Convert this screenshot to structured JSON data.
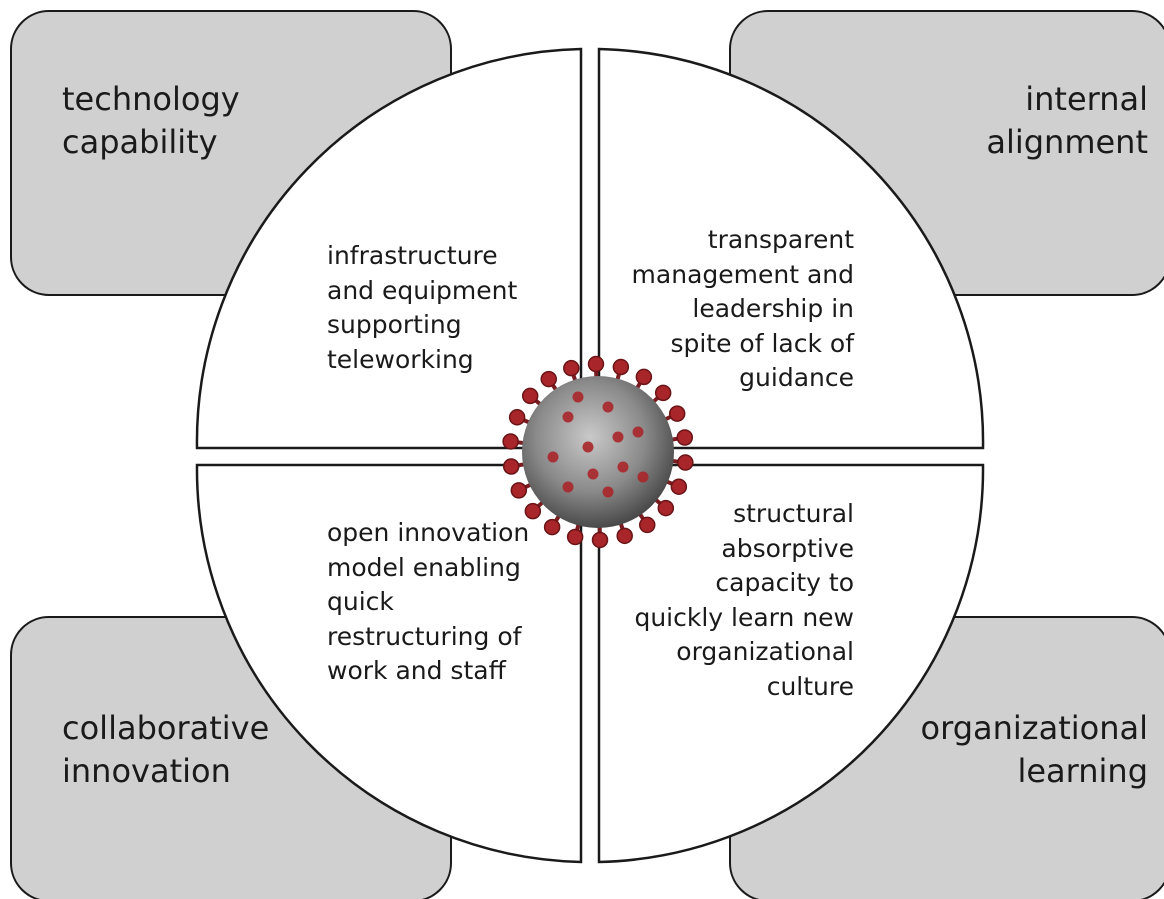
{
  "corners": {
    "top_left": [
      "technology",
      "capability"
    ],
    "top_right": [
      "internal",
      "alignment"
    ],
    "bottom_left": [
      "collaborative",
      "innovation"
    ],
    "bottom_right": [
      "organizational",
      "learning"
    ]
  },
  "quadrants": {
    "top_left": [
      "infrastructure",
      "and equipment",
      "supporting",
      "teleworking"
    ],
    "top_right": [
      "transparent",
      "management and",
      "leadership in",
      "spite of lack of",
      "guidance"
    ],
    "bottom_left": [
      "open innovation",
      "model enabling",
      "quick",
      "restructuring of",
      "work and staff"
    ],
    "bottom_right": [
      "structural",
      "absorptive",
      "capacity to",
      "quickly learn new",
      "organizational",
      "culture"
    ]
  },
  "colors": {
    "corner_fill": "#d0d0d0",
    "outline": "#1a1a1a",
    "quadrant_fill": "#ffffff",
    "virus_spike": "#a8262a",
    "virus_body": "#8e8e8e"
  },
  "center_image": "coronavirus-icon"
}
